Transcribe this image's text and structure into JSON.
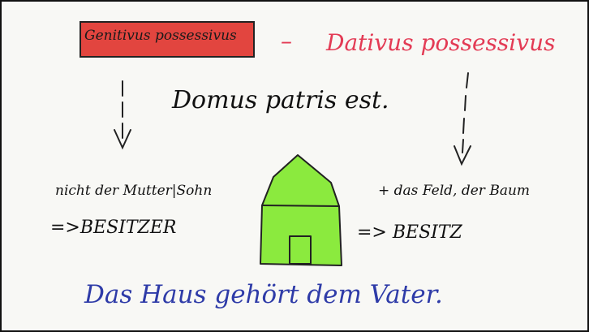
{
  "board": {
    "genitive_label": "Genitivus possessivus",
    "dash": "–",
    "dative_label": "Dativus possessivus",
    "latin_sentence": "Domus patris est.",
    "left_line1": "nicht der Mutter|Sohn",
    "left_line2": "=>BESITZER",
    "right_line1": "+ das Feld, der Baum",
    "right_line2": "=> BESITZ",
    "german_sentence": "Das Haus gehört dem Vater."
  },
  "colors": {
    "genitive_box": "#e2453f",
    "dative_text": "#e33b55",
    "sentence_blue": "#2e3ba8",
    "house_fill": "#8bea3e"
  },
  "icons": {
    "house": "house-drawing",
    "left_arrow": "dashed-arrow-down",
    "right_arrow": "dashed-arrow-down"
  }
}
